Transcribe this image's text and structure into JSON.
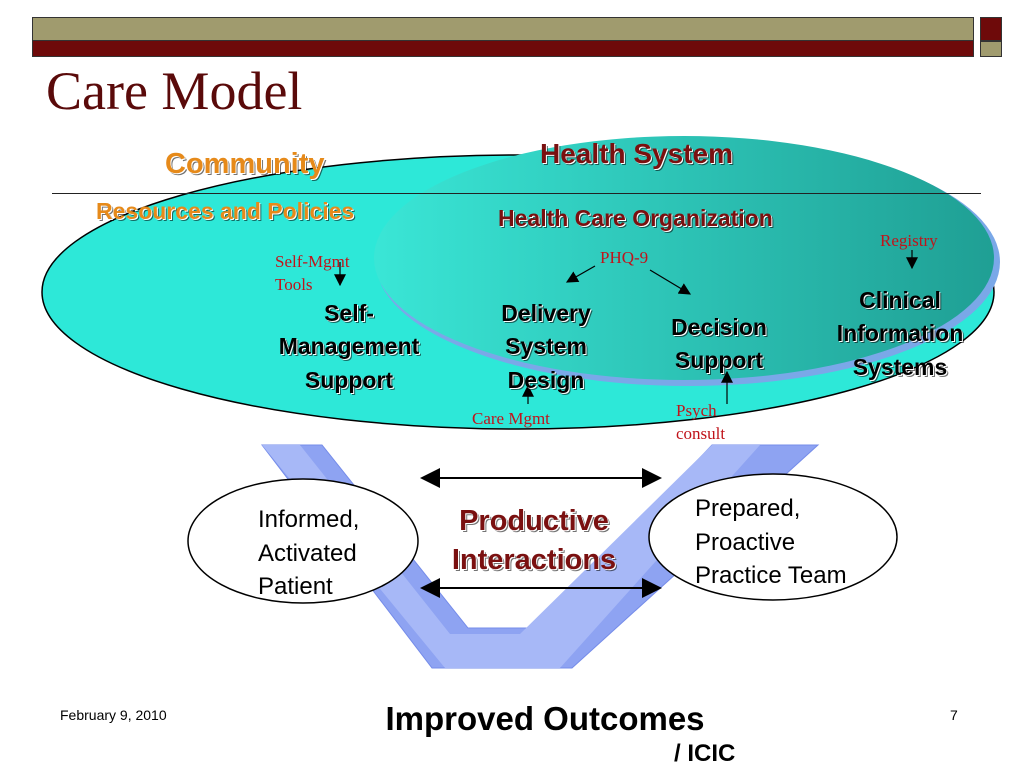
{
  "slide": {
    "title": "Care Model",
    "date": "February 9, 2010",
    "page_number": "7",
    "colors": {
      "olive": "#a09b6e",
      "maroon": "#6e0a0a",
      "teal": "#2de0d0",
      "orange": "#e68a1a",
      "annotation_red": "#c0141b",
      "arrow_blue": "#7b93f0"
    }
  },
  "diagram": {
    "community": "Community",
    "resources_policies": "Resources and Policies",
    "health_system": "Health System",
    "health_care_org": "Health Care Organization",
    "elements": {
      "self_mgmt": [
        "Self-",
        "Management",
        "Support"
      ],
      "delivery": [
        "Delivery",
        "System",
        "Design"
      ],
      "decision": [
        "Decision",
        "Support"
      ],
      "clinical": [
        "Clinical",
        "Information",
        "Systems"
      ]
    },
    "annotations": {
      "self_mgmt_tools": [
        "Self-Mgmt",
        "Tools"
      ],
      "phq9": "PHQ-9",
      "registry": "Registry",
      "care_mgmt": "Care Mgmt",
      "psych_consult": [
        "Psych",
        "consult"
      ]
    },
    "patient": [
      "Informed,",
      "Activated",
      "Patient"
    ],
    "team": [
      "Prepared,",
      "Proactive",
      "Practice Team"
    ],
    "productive": [
      "Productive",
      "Interactions"
    ],
    "outcomes": "Improved Outcomes",
    "source": "/ ICIC"
  }
}
